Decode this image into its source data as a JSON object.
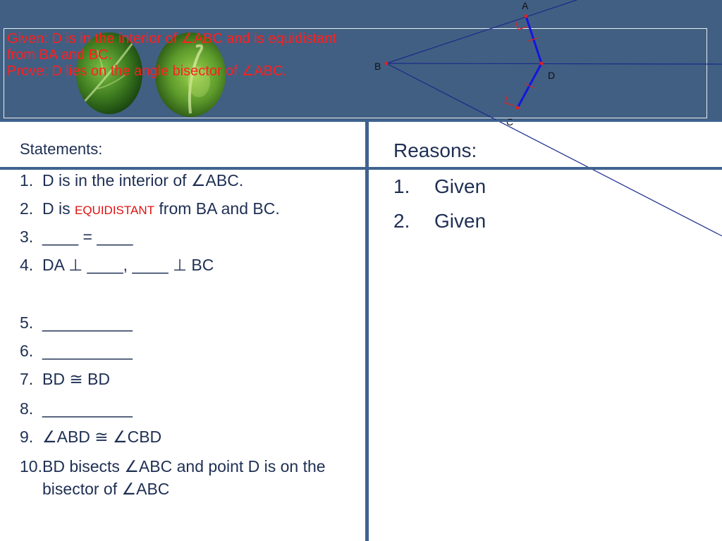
{
  "slide": {
    "given_lines": [
      "Given:  D is in the interior of ∠ABC and is equidistant from BA and BC.",
      "Prove:  D lies on the angle bisector of ∠ABC."
    ]
  },
  "diagram": {
    "labels": {
      "a": "A",
      "b": "B",
      "c": "C",
      "d": "D"
    }
  },
  "table": {
    "statements_header": "Statements:",
    "reasons_header": "Reasons:",
    "statements": [
      {
        "num": "1.",
        "pre": "D is in the interior of ∠ABC.",
        "highlight": "",
        "post": ""
      },
      {
        "num": "2.",
        "pre": "D is ",
        "highlight": "equidistant",
        "post": " from BA and BC."
      },
      {
        "num": "3.",
        "pre": "____ = ____",
        "highlight": "",
        "post": ""
      },
      {
        "num": "4.",
        "pre": "DA ⊥ ____, ____ ⊥ BC",
        "highlight": "",
        "post": ""
      },
      {
        "num": "5.",
        "pre": "__________",
        "highlight": "",
        "post": ""
      },
      {
        "num": "6.",
        "pre": "__________",
        "highlight": "",
        "post": ""
      },
      {
        "num": "7.",
        "pre": "BD ≅ BD",
        "highlight": "",
        "post": ""
      },
      {
        "num": "8.",
        "pre": "__________",
        "highlight": "",
        "post": ""
      },
      {
        "num": "9.",
        "pre": "∠ABD ≅ ∠CBD",
        "highlight": "",
        "post": ""
      },
      {
        "num": "10.",
        "pre": "BD bisects ∠ABC and point D is on the bisector of ∠ABC",
        "highlight": "",
        "post": ""
      }
    ],
    "reasons": [
      {
        "num": "1.",
        "text": "Given"
      },
      {
        "num": "2.",
        "text": "Given"
      }
    ]
  }
}
